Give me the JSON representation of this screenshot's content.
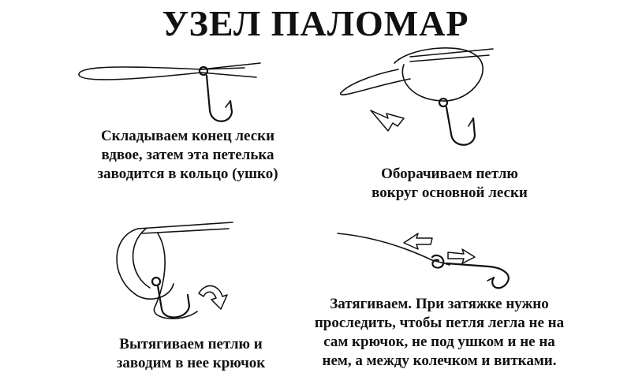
{
  "title": "УЗЕЛ ПАЛОМАР",
  "steps": [
    {
      "lines": [
        "Складываем конец лески",
        "вдвое, затем эта петелька",
        "заводится в кольцо (ушко)"
      ]
    },
    {
      "lines": [
        "Оборачиваем петлю",
        "вокруг основной лески"
      ]
    },
    {
      "lines": [
        "Вытягиваем петлю и",
        "заводим в нее крючок"
      ]
    },
    {
      "lines": [
        "Затягиваем. При затяжке нужно",
        "проследить, чтобы петля легла не на",
        "сам крючок, не под ушком и не на",
        "нем, а между колечком и витками."
      ]
    }
  ]
}
